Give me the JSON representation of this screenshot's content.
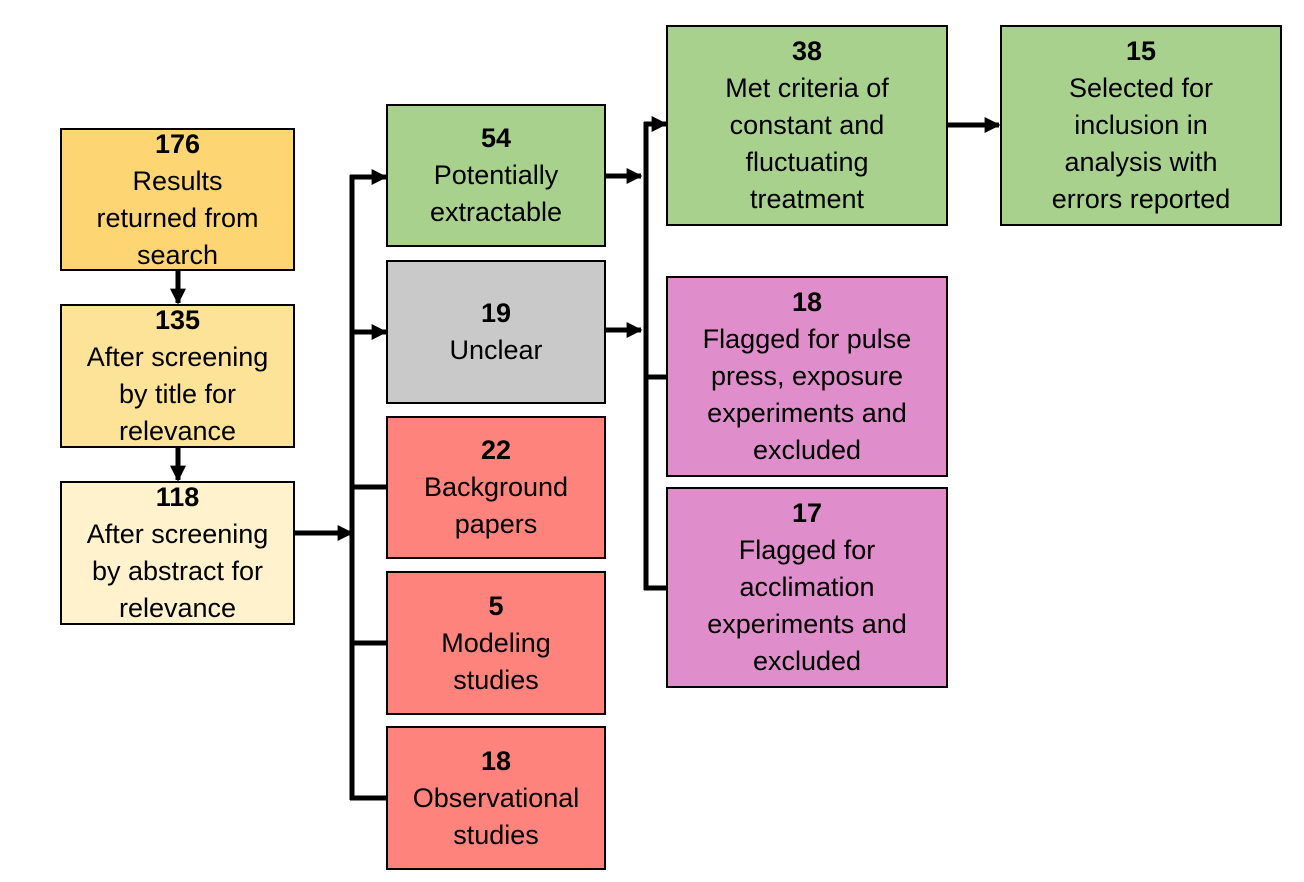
{
  "colors": {
    "search": "#fdd572",
    "title": "#fde398",
    "abstract": "#fff2cc",
    "included": "#a9d18e",
    "unclear": "#c9c9c9",
    "excluded": "#fe837d",
    "flagged": "#e08dcb",
    "line": "#000000"
  },
  "nodes": [
    {
      "id": "search",
      "count": "176",
      "label": "Results\nreturned from\nsearch",
      "color": "search"
    },
    {
      "id": "title",
      "count": "135",
      "label": "After screening\nby title for\nrelevance",
      "color": "title"
    },
    {
      "id": "abstract",
      "count": "118",
      "label": "After screening\nby abstract for\nrelevance",
      "color": "abstract"
    },
    {
      "id": "extractable",
      "count": "54",
      "label": "Potentially\nextractable",
      "color": "included"
    },
    {
      "id": "unclear",
      "count": "19",
      "label": "Unclear",
      "color": "unclear"
    },
    {
      "id": "background",
      "count": "22",
      "label": "Background\npapers",
      "color": "excluded"
    },
    {
      "id": "modeling",
      "count": "5",
      "label": "Modeling\nstudies",
      "color": "excluded"
    },
    {
      "id": "observational",
      "count": "18",
      "label": "Observational\nstudies",
      "color": "excluded"
    },
    {
      "id": "criteria",
      "count": "38",
      "label": "Met criteria of\nconstant and\nfluctuating\ntreatment",
      "color": "included"
    },
    {
      "id": "selected",
      "count": "15",
      "label": "Selected for\ninclusion in\nanalysis with\nerrors reported",
      "color": "included"
    },
    {
      "id": "pulse",
      "count": "18",
      "label": "Flagged for pulse\npress, exposure\nexperiments and\nexcluded",
      "color": "flagged"
    },
    {
      "id": "acclimation",
      "count": "17",
      "label": "Flagged for\nacclimation\nexperiments and\nexcluded",
      "color": "flagged"
    }
  ]
}
